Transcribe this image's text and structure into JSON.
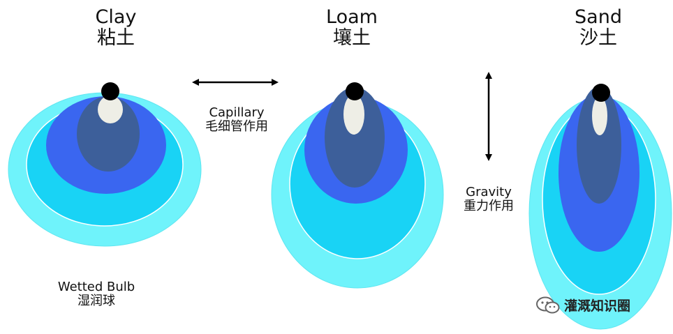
{
  "soils": [
    {
      "name_en": "Clay",
      "name_zh": "粘土"
    },
    {
      "name_en": "Loam",
      "name_zh": "壤土"
    },
    {
      "name_en": "Sand",
      "name_zh": "沙土"
    }
  ],
  "annotations": {
    "capillary_en": "Capillary",
    "capillary_zh": "毛细管作用",
    "gravity_en": "Gravity",
    "gravity_zh": "重力作用",
    "bulb_en": "Wetted Bulb",
    "bulb_zh": "湿润球"
  },
  "watermark": {
    "text": "灌溉知识圈",
    "icon": "wechat-icon"
  },
  "colors": {
    "outer": "#6ff3fb",
    "outer_edge": "#5fe6f0",
    "second": "#19d3f5",
    "third": "#3a66f0",
    "core": "#3d5f9a",
    "emitter": "#000000",
    "saturated": "#eeeee6",
    "arrow": "#000000"
  }
}
